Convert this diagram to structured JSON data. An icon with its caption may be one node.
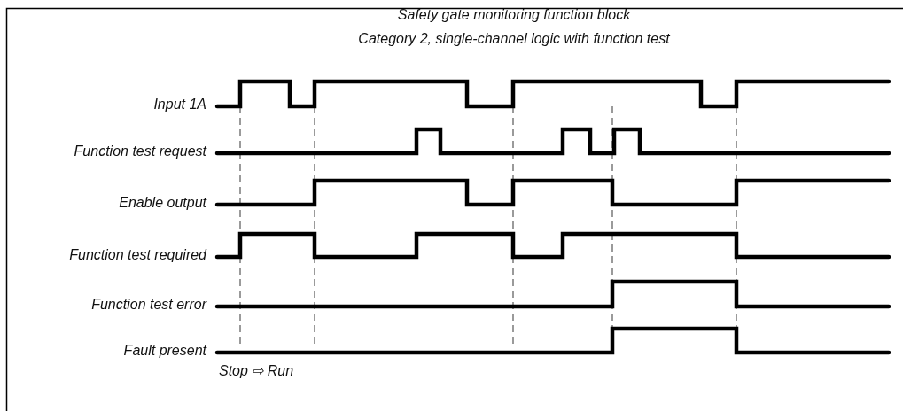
{
  "diagram": {
    "title": "Safety gate monitoring function block",
    "labels": [
      "Category 2, single-channel logic with function test",
      "Input 1A",
      "Function test request",
      "Enable output",
      "Function test required",
      "Function test error",
      "Fault present",
      "Stop ⇨ Run"
    ]
  }
}
